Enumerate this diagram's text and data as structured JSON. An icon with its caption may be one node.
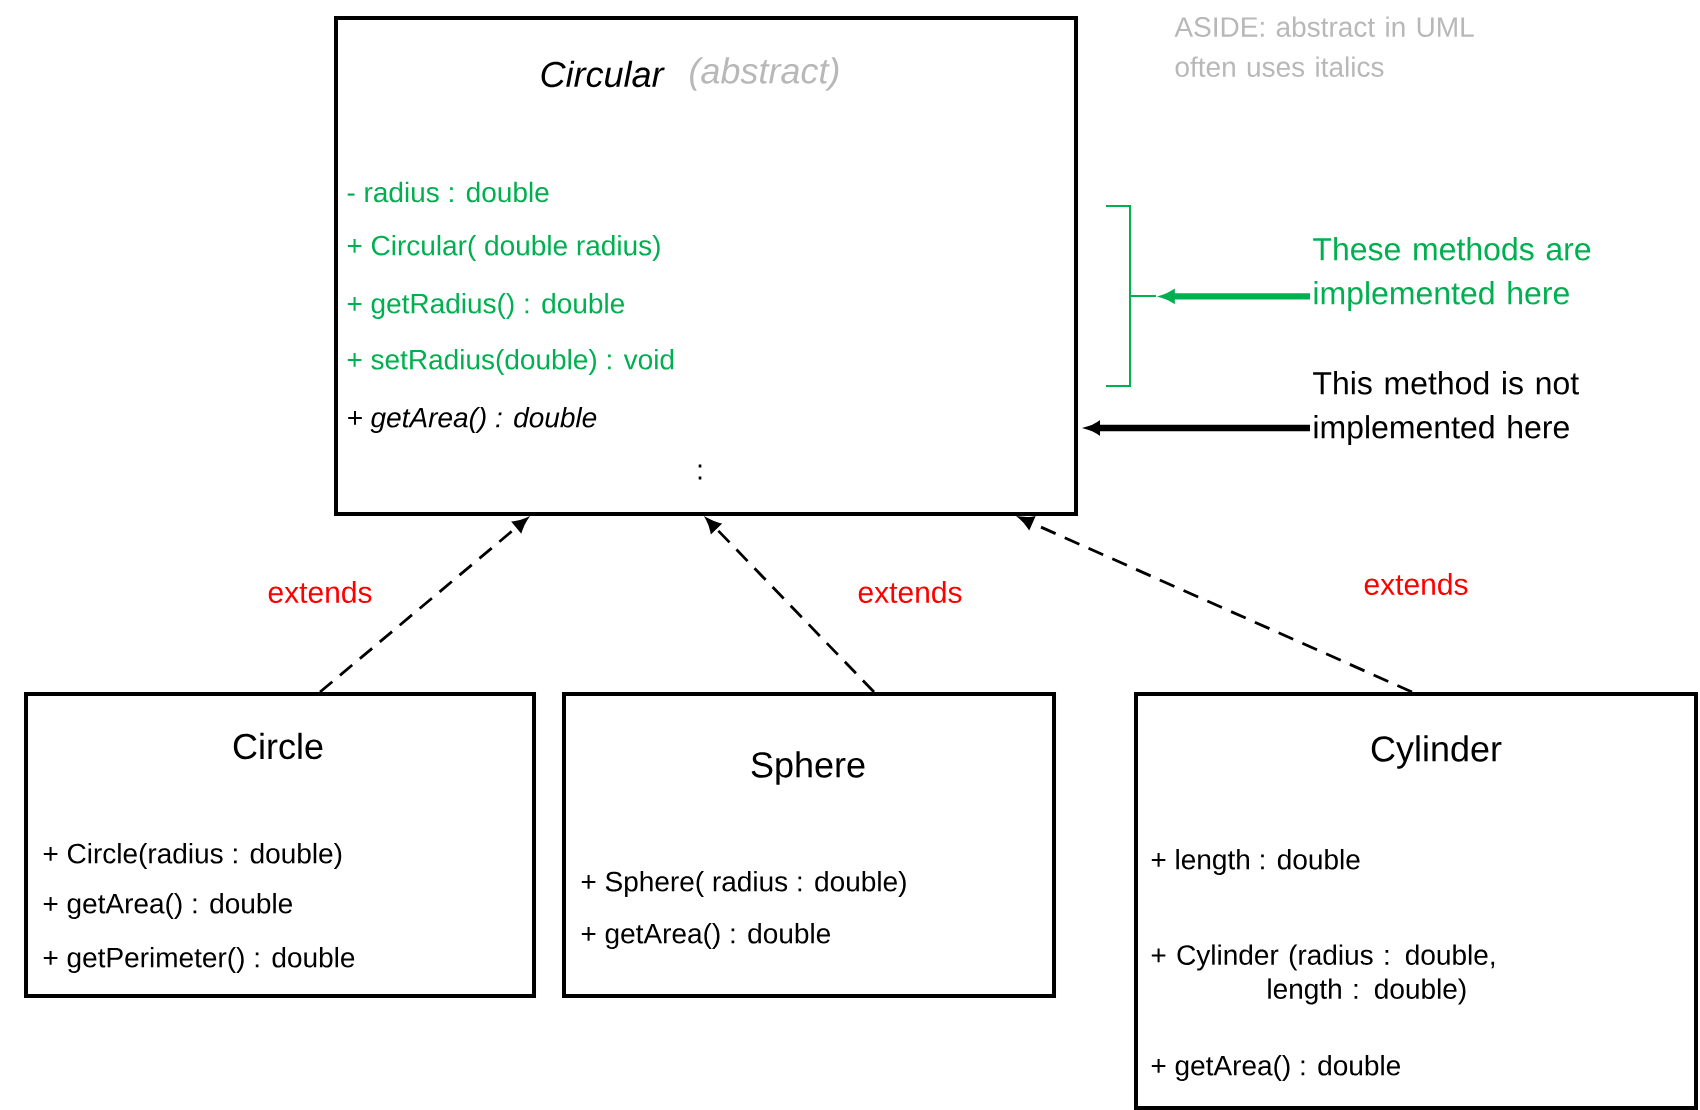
{
  "diagram": {
    "nodes": [
      {
        "text": [
          "Circular",
          "(abstract)",
          "- radius : double",
          "+ Circular( double radius)",
          "+ getRadius() : double",
          "+ setRadius(double) : void",
          "+ getArea() : double",
          ":"
        ]
      },
      {
        "text": [
          "Circle",
          "+ Circle(radius : double)",
          "+ getArea() : double",
          "+ getPerimeter() : double"
        ]
      },
      {
        "text": [
          "Sphere",
          "+ Sphere( radius : double)",
          "+ getArea() : double"
        ]
      },
      {
        "text": [
          "Cylinder",
          "+ length : double",
          "+ Cylinder (radius : double, length : double)",
          "+ getArea() : double"
        ]
      },
      {
        "text": [
          "These methods are implemented here"
        ]
      },
      {
        "text": [],
        "shape": "bracket"
      },
      {
        "text": [
          "This method is not implemented here"
        ]
      }
    ],
    "edges": [
      {
        "from": 1,
        "to": 0,
        "arrow": "to",
        "style": "dashed",
        "label": "extends"
      },
      {
        "from": 2,
        "to": 0,
        "arrow": "to",
        "style": "dashed",
        "label": "extends"
      },
      {
        "from": 3,
        "to": 0,
        "arrow": "to",
        "style": "dashed",
        "label": "extends"
      },
      {
        "from": 4,
        "to": 5,
        "arrow": "to",
        "style": "thick",
        "color": "#00b050"
      },
      {
        "from": 6,
        "to": 0,
        "arrow": "to",
        "style": "thick"
      }
    ],
    "labels": [
      "ASIDE: abstract in UML often uses italics"
    ]
  }
}
